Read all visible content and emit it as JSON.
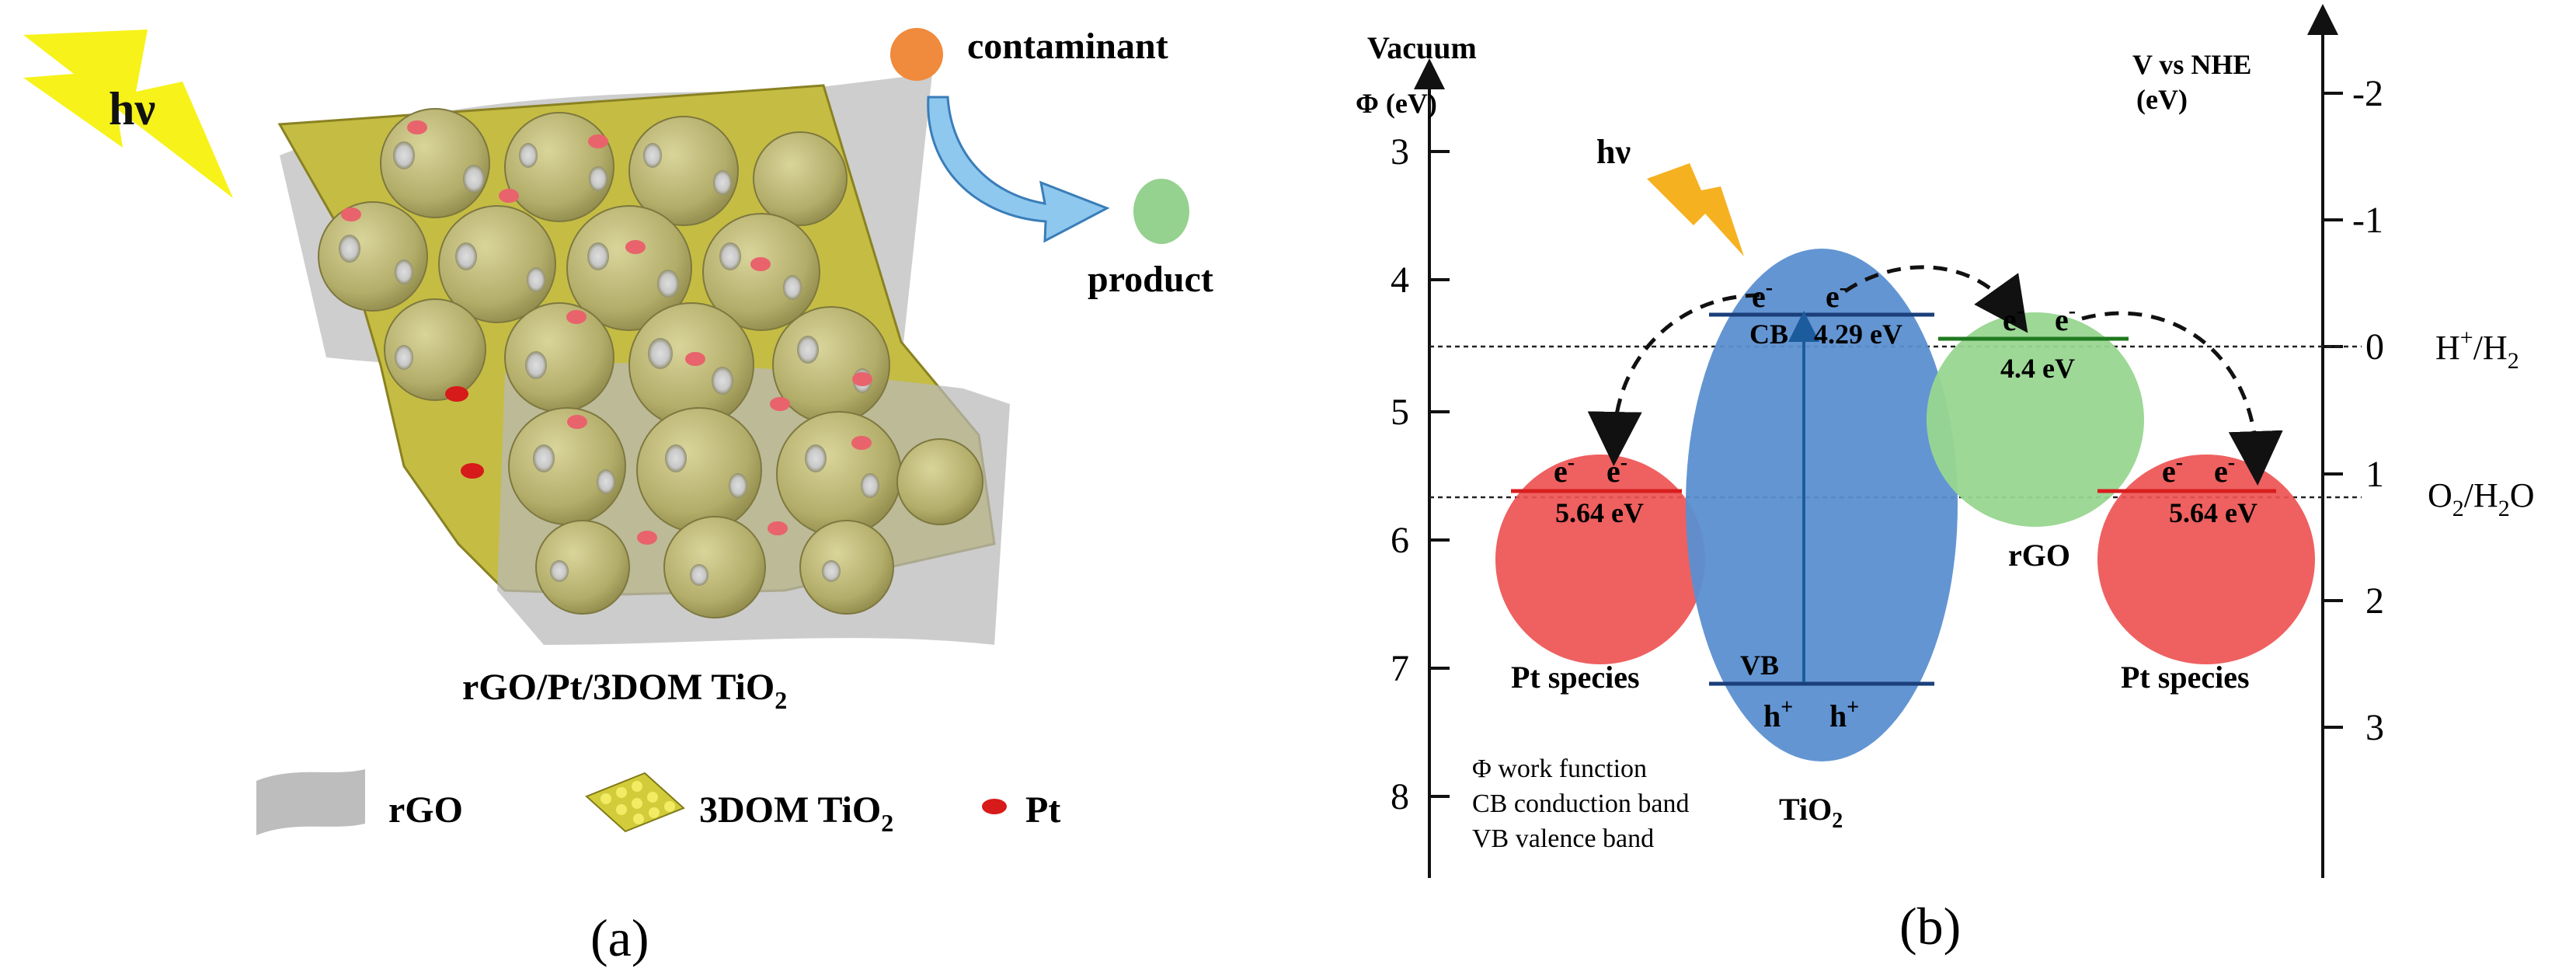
{
  "panel_a": {
    "light_label": "hν",
    "contaminant_label": "contaminant",
    "product_label": "product",
    "composite_label": {
      "text": "rGO/Pt/3DOM TiO",
      "sub": "2"
    },
    "legend": {
      "rgo": "rGO",
      "tio2": {
        "text": "3DOM TiO",
        "sub": "2"
      },
      "pt": "Pt"
    },
    "caption": "(a)",
    "colors": {
      "tio2": "#c9c25a",
      "rgo": "#b9b9b9",
      "pt": "#e8636b",
      "contaminant": "#f08a3c",
      "product": "#95d18f",
      "flash": "#f7f21a"
    }
  },
  "panel_b": {
    "light_label": "hν",
    "vacuum_label": "Vacuum",
    "phi_axis": {
      "title": "Φ (eV)",
      "ticks": [
        "3",
        "4",
        "5",
        "6",
        "7",
        "8"
      ]
    },
    "nhe_axis": {
      "title_line1": "V vs NHE",
      "title_line2": "(eV)",
      "ticks": [
        "-2",
        "-1",
        "0",
        "1",
        "2",
        "3"
      ]
    },
    "redox": {
      "h2": {
        "a": "H",
        "sup": "+",
        "b": "/H",
        "sub": "2"
      },
      "o2": {
        "a": "O",
        "sub1": "2",
        "b": "/H",
        "sub2": "2",
        "c": "O"
      }
    },
    "tio2": {
      "cb_label": "CB",
      "cb_value": "4.29 eV",
      "vb_label": "VB",
      "name": {
        "text": "TiO",
        "sub": "2"
      }
    },
    "rgo": {
      "value": "4.4 eV",
      "name": "rGO"
    },
    "pt_left": {
      "value": "5.64 eV",
      "name": "Pt species"
    },
    "pt_right": {
      "value": "5.64 eV",
      "name": "Pt species"
    },
    "electron": "e",
    "electron_sup": "-",
    "hole": "h",
    "hole_sup": "+",
    "notes": [
      "Φ work function",
      "CB conduction band",
      "VB valence band"
    ],
    "caption": "(b)",
    "colors": {
      "tio2": "#5b8fd0",
      "rgo": "#98d690",
      "pt": "#ee5252",
      "pt_band": "#d81e1e",
      "rgo_band": "#1f7a1f",
      "flash": "#f5b120"
    }
  }
}
